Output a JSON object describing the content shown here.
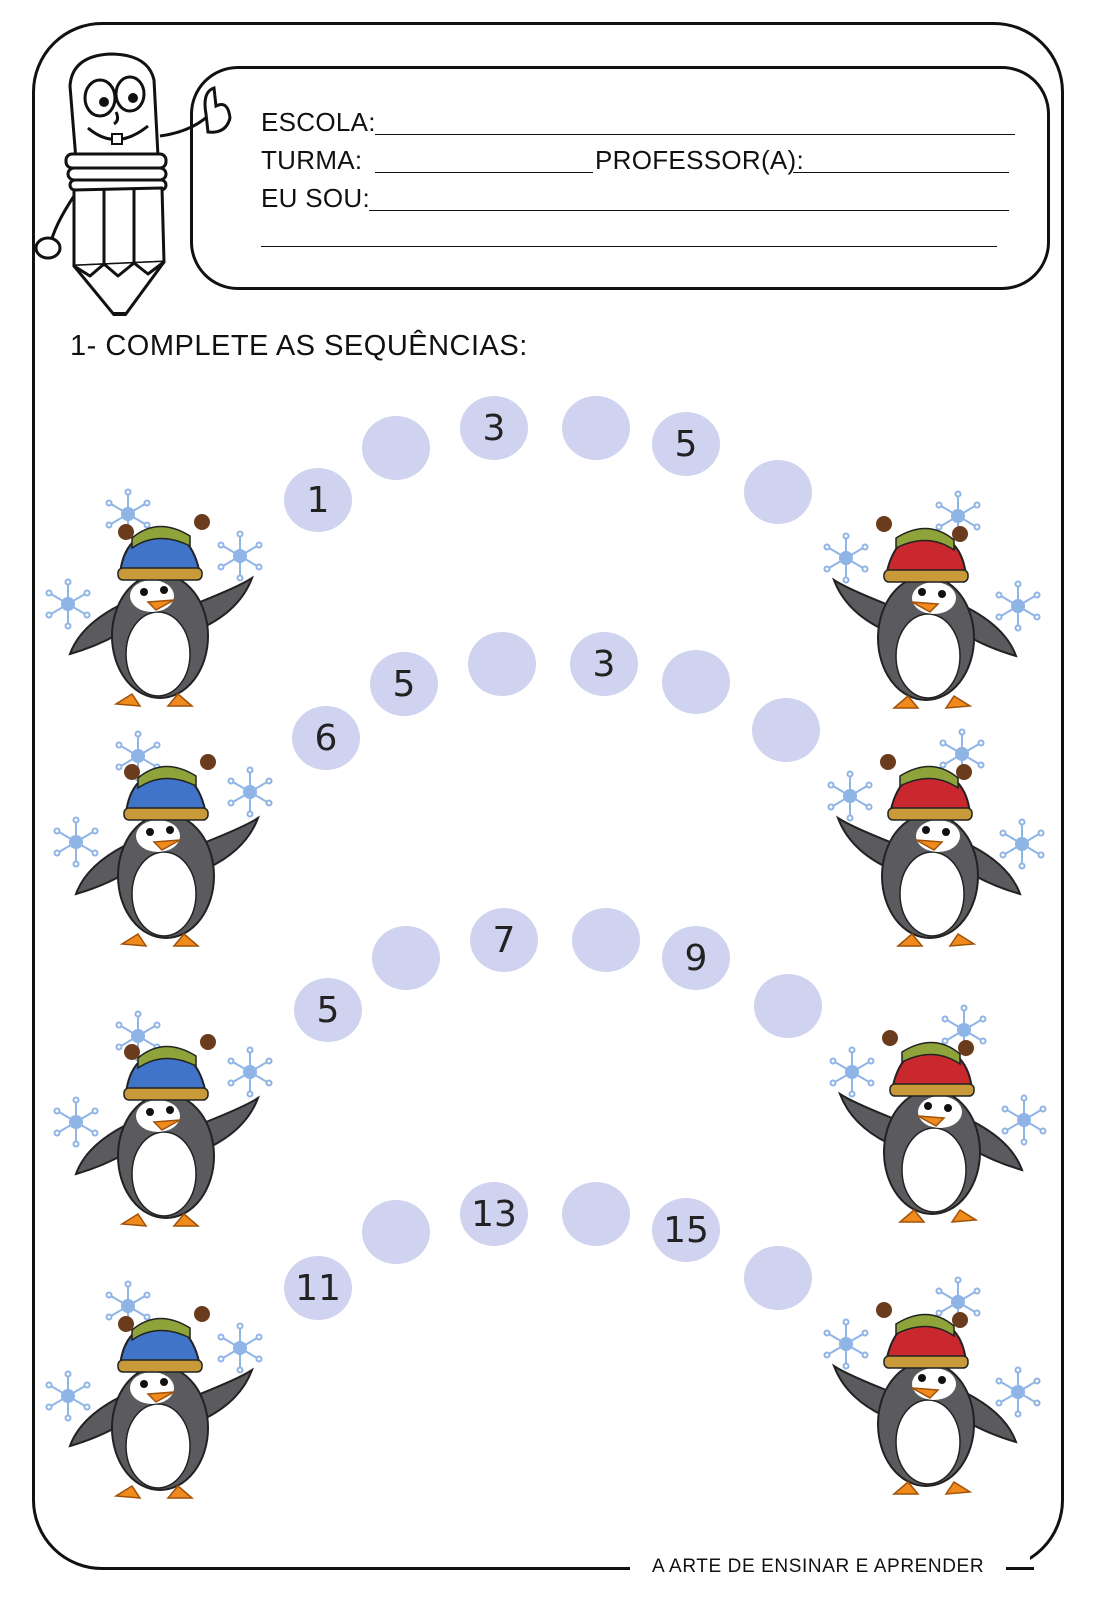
{
  "header": {
    "escola_label": "ESCOLA:",
    "turma_label": "TURMA:",
    "professor_label": "PROFESSOR(A):",
    "eu_sou_label": "EU SOU:"
  },
  "exercise": {
    "title": "1- COMPLETE AS SEQUÊNCIAS:",
    "sequences": [
      {
        "items": [
          "1",
          "",
          "3",
          "",
          "5",
          ""
        ]
      },
      {
        "items": [
          "6",
          "5",
          "",
          "3",
          "",
          ""
        ]
      },
      {
        "items": [
          "5",
          "",
          "7",
          "",
          "9",
          ""
        ]
      },
      {
        "items": [
          "11",
          "",
          "13",
          "",
          "15",
          ""
        ]
      }
    ]
  },
  "footer": {
    "text": "A ARTE DE ENSINAR E APRENDER"
  },
  "colors": {
    "bubble": "#cfd3ef",
    "hat_blue": "#3f74c8",
    "hat_red": "#c8282e",
    "snowflake": "#8fb4e6"
  }
}
